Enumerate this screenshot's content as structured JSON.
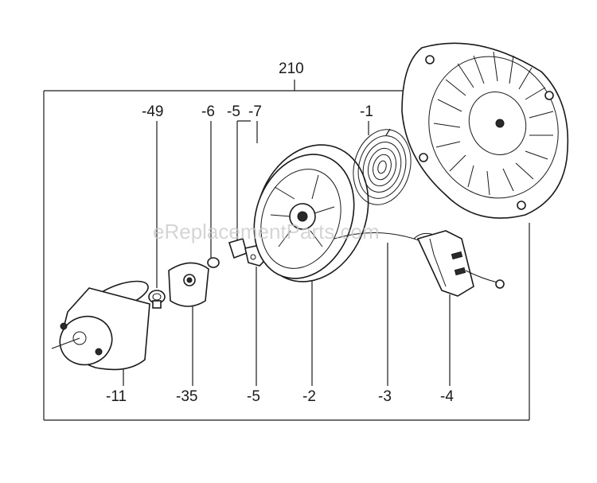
{
  "diagram": {
    "assembly_label": "210",
    "top_labels": [
      "-49",
      "-6",
      "-5",
      "-7",
      "-1"
    ],
    "bottom_labels": [
      "-11",
      "-35",
      "-5",
      "-2",
      "-3",
      "-4"
    ],
    "watermark": "eReplacementParts.com"
  }
}
